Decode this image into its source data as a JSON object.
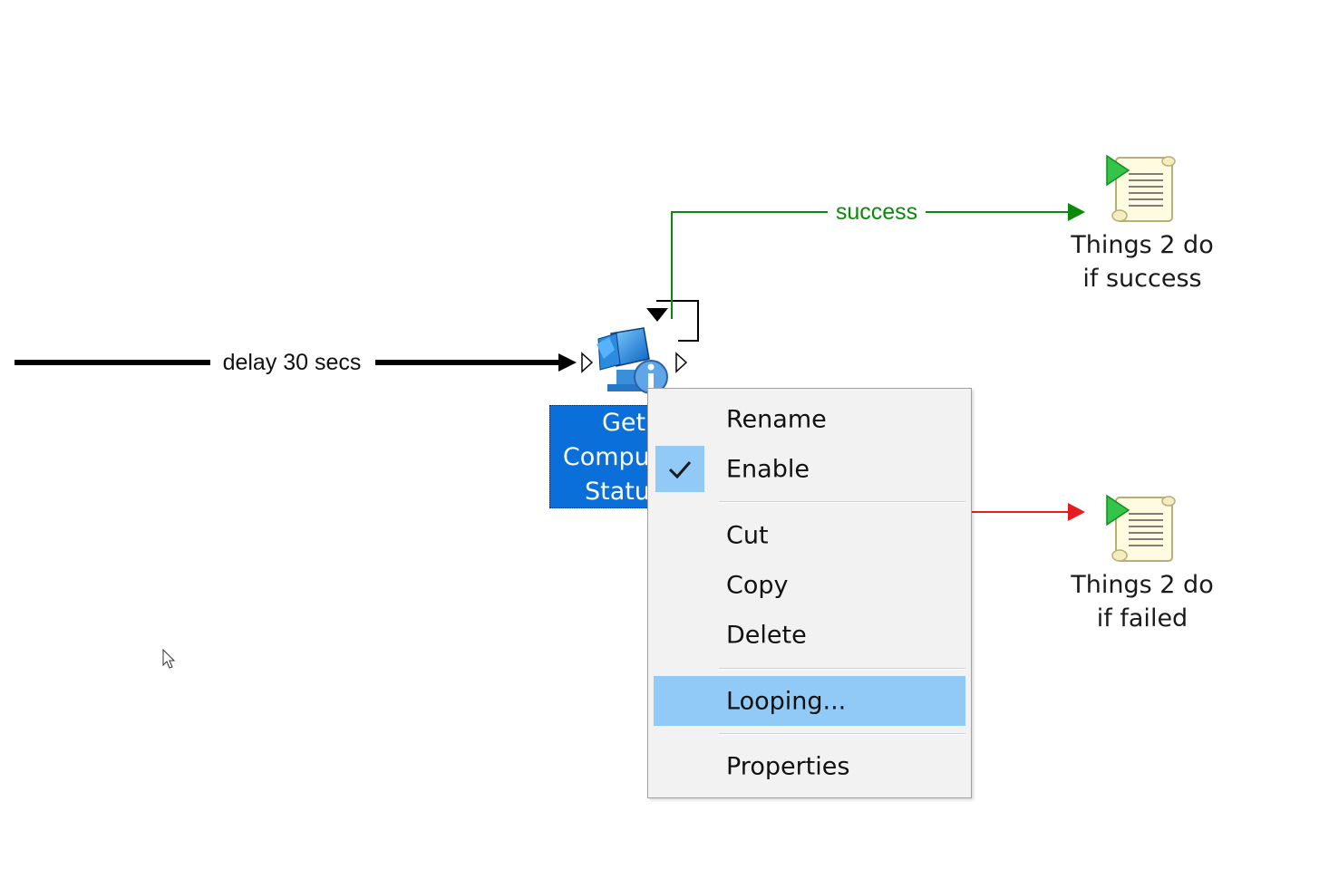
{
  "workflow": {
    "links": {
      "delay_label": "delay 30 secs",
      "success_label": "success"
    },
    "activities": {
      "get_status": {
        "label_lines": [
          "Get",
          "Computer",
          "Status"
        ],
        "icon": "computer-info-icon"
      },
      "success_target": {
        "label_lines": [
          "Things 2 do",
          "if success"
        ],
        "icon": "script-scroll-icon"
      },
      "failed_target": {
        "label_lines": [
          "Things 2 do",
          "if failed"
        ],
        "icon": "script-scroll-icon"
      }
    },
    "colors": {
      "success_link": "#0a8a0a",
      "failure_link": "#e81c1c",
      "default_link": "#000000",
      "selection": "#0a6fd8",
      "menu_highlight": "#91c9f7"
    }
  },
  "context_menu": {
    "items": [
      {
        "label": "Rename",
        "checked": false,
        "highlighted": false
      },
      {
        "label": "Enable",
        "checked": true,
        "highlighted": false
      },
      {
        "label": "Cut",
        "checked": false,
        "highlighted": false
      },
      {
        "label": "Copy",
        "checked": false,
        "highlighted": false
      },
      {
        "label": "Delete",
        "checked": false,
        "highlighted": false
      },
      {
        "label": "Looping...",
        "checked": false,
        "highlighted": true
      },
      {
        "label": "Properties",
        "checked": false,
        "highlighted": false
      }
    ]
  }
}
